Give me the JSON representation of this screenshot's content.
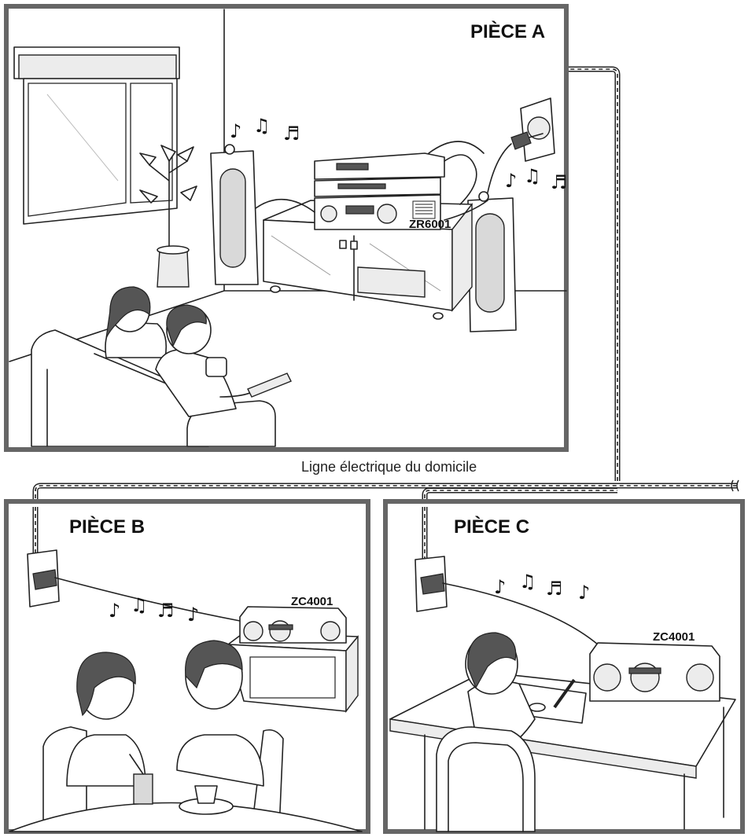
{
  "rooms": {
    "a": {
      "title": "PIÈCE A",
      "model": "ZR6001"
    },
    "b": {
      "title": "PIÈCE B",
      "model": "ZC4001"
    },
    "c": {
      "title": "PIÈCE C",
      "model": "ZC4001"
    }
  },
  "power_line_label": "Ligne électrique du domicile",
  "music_glyphs": {
    "eighth": "♪",
    "beamed": "♫",
    "beamed_alt": "♬"
  },
  "colors": {
    "frame": "#666666",
    "line": "#222222",
    "speaker_fill": "#d9d9d9"
  }
}
